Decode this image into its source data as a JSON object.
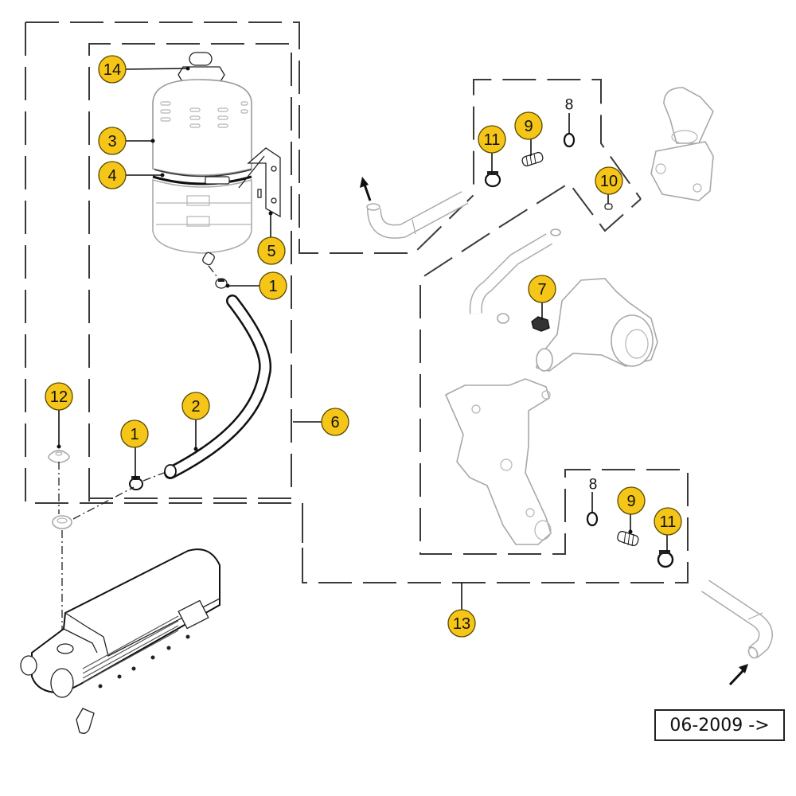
{
  "diagram": {
    "title": "Coolant expansion tank and heater hose assembly (exploded parts view)",
    "balloon_color": "#F5C518",
    "balloons": [
      {
        "id": "14",
        "label": "14",
        "part": "Filler cap"
      },
      {
        "id": "3",
        "label": "3",
        "part": "Expansion tank"
      },
      {
        "id": "4",
        "label": "4",
        "part": "Tank strap clamp"
      },
      {
        "id": "5",
        "label": "5",
        "part": "Mounting bracket"
      },
      {
        "id": "1a",
        "label": "1",
        "part": "Hose clamp (upper)"
      },
      {
        "id": "12",
        "label": "12",
        "part": "Grommet / seal plate"
      },
      {
        "id": "1b",
        "label": "1",
        "part": "Hose clamp (lower)"
      },
      {
        "id": "2",
        "label": "2",
        "part": "Coolant hose"
      },
      {
        "id": "6",
        "label": "6",
        "part": "Expansion tank kit"
      },
      {
        "id": "11a",
        "label": "11",
        "part": "Hose clip (upper)"
      },
      {
        "id": "9a",
        "label": "9",
        "part": "Hose connector (upper)"
      },
      {
        "id": "10",
        "label": "10",
        "part": "Plug"
      },
      {
        "id": "7",
        "label": "7",
        "part": "Bleed nipple"
      },
      {
        "id": "9b",
        "label": "9",
        "part": "Hose connector (lower)"
      },
      {
        "id": "11b",
        "label": "11",
        "part": "Hose clip (lower)"
      },
      {
        "id": "13",
        "label": "13",
        "part": "Heater hose kit"
      }
    ],
    "plain_labels": [
      {
        "id": "8a",
        "label": "8",
        "part": "Sealing washer (upper)"
      },
      {
        "id": "8b",
        "label": "8",
        "part": "Sealing washer (lower)"
      }
    ],
    "date_tag": "06-2009 ->"
  }
}
